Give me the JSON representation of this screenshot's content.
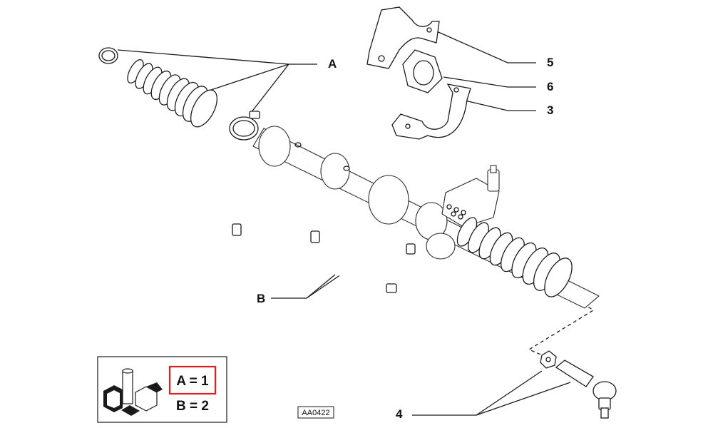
{
  "callouts": {
    "A": "A",
    "B": "B",
    "n3": "3",
    "n4": "4",
    "n5": "5",
    "n6": "6"
  },
  "legend": {
    "line1": "A = 1",
    "line2": "B = 2",
    "highlight_color": "#e02020"
  },
  "drawing_code": "AA0422",
  "icons": {
    "legend_icon": "parts-boxes-icon"
  }
}
